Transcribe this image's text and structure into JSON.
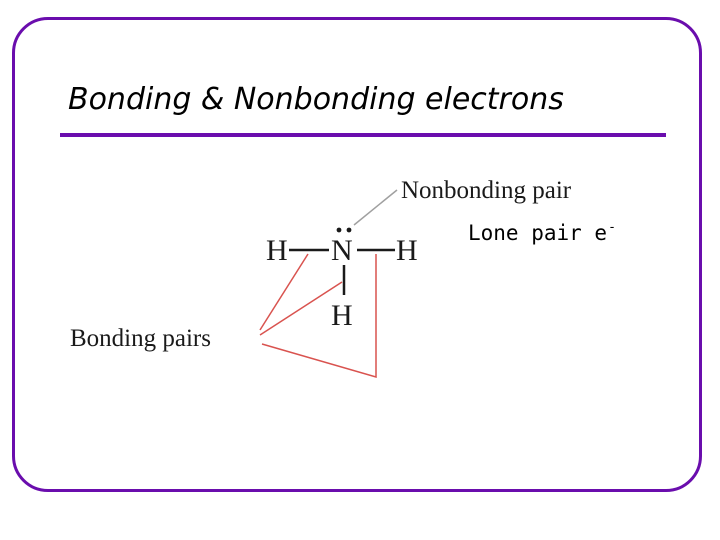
{
  "slide": {
    "title": "Bonding & Nonbonding electrons",
    "lone_pair_label": "Lone pair e",
    "lone_pair_superscript": "-"
  },
  "diagram": {
    "atoms": {
      "left_h": "H",
      "center_n": "N",
      "right_h": "H",
      "bottom_h": "H"
    },
    "nonbonding_label": "Nonbonding pair",
    "bonding_label": "Bonding pairs"
  },
  "colors": {
    "frame": "#6a0dad",
    "pointer_lines": "#d9534f",
    "text": "#1a1a1a"
  }
}
